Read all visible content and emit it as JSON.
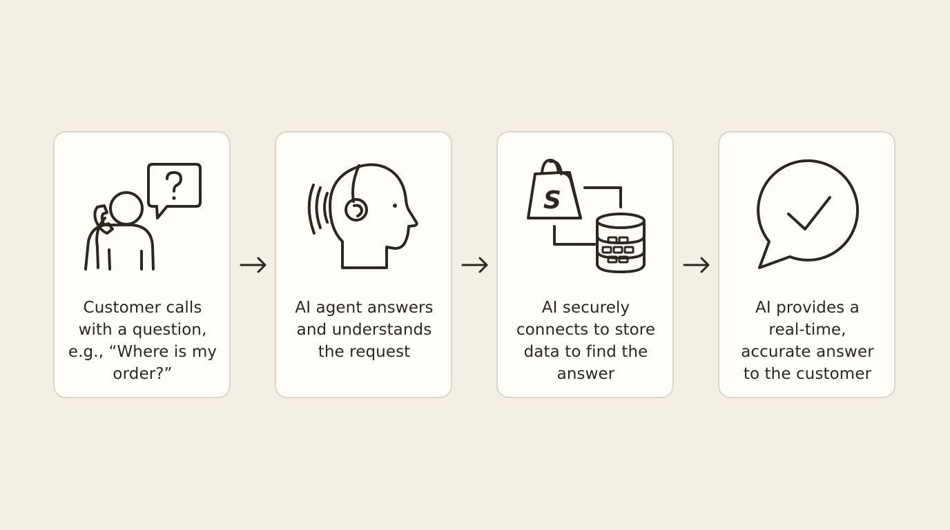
{
  "steps": [
    {
      "icon": "customer-phone-question-icon",
      "caption": "Customer calls\nwith a question,\ne.g., “Where is my\norder?”"
    },
    {
      "icon": "ai-agent-listening-head-icon",
      "caption": "AI agent answers\nand understands\nthe request"
    },
    {
      "icon": "store-database-connection-icon",
      "brand_letter": "S",
      "caption": "AI securely\nconnects to store\ndata to find the\nanswer"
    },
    {
      "icon": "check-speech-bubble-icon",
      "caption": "AI provides a\nreal-time,\naccurate answer\nto the customer"
    }
  ],
  "colors": {
    "background": "#f4efe5",
    "card": "#fffdf8",
    "card_border": "#ded4c4",
    "ink": "#2e2620"
  }
}
